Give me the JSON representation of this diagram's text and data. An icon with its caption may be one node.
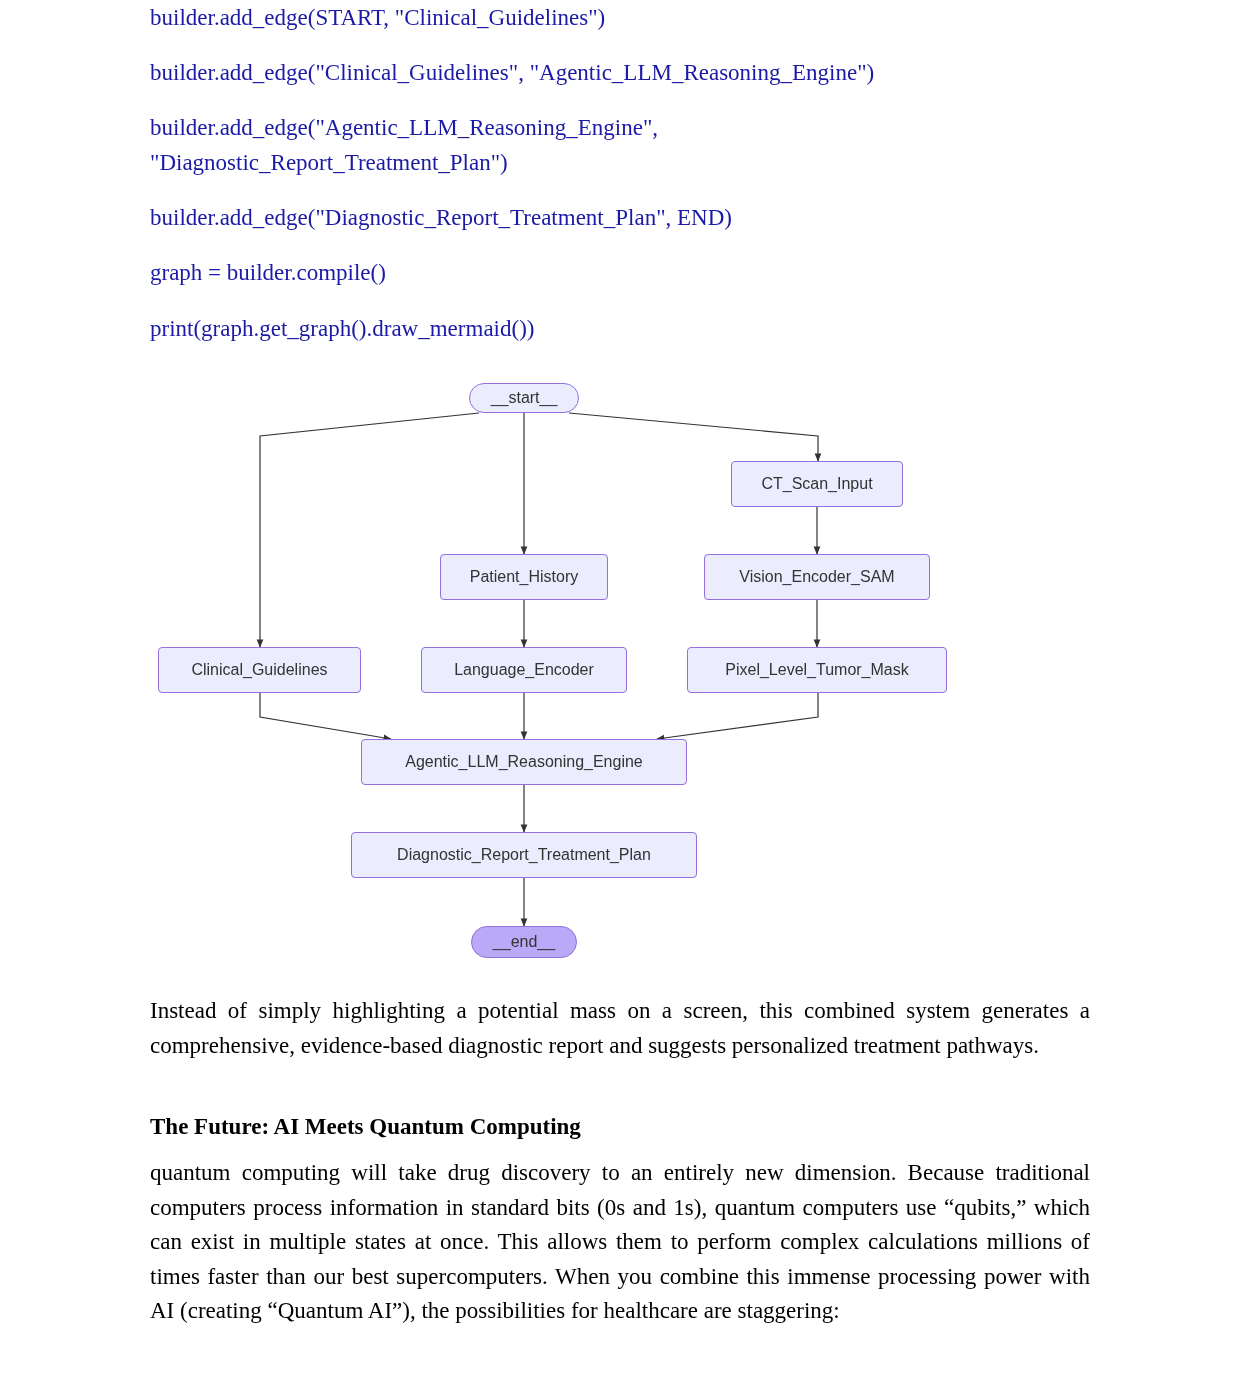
{
  "diagram": {
    "nodes": [
      {
        "text": [
          "__start__"
        ]
      },
      {
        "text": [
          "CT_Scan_Input"
        ]
      },
      {
        "text": [
          "Patient_History"
        ]
      },
      {
        "text": [
          "Vision_Encoder_SAM"
        ]
      },
      {
        "text": [
          "Clinical_Guidelines"
        ]
      },
      {
        "text": [
          "Language_Encoder"
        ]
      },
      {
        "text": [
          "Pixel_Level_Tumor_Mask"
        ]
      },
      {
        "text": [
          "Agentic_LLM_Reasoning_Engine"
        ]
      },
      {
        "text": [
          "Diagnostic_Report_Treatment_Plan"
        ]
      },
      {
        "text": [
          "__end__"
        ]
      }
    ],
    "edges": [
      {
        "from": 0,
        "to": 4,
        "arrow": "to"
      },
      {
        "from": 0,
        "to": 2,
        "arrow": "to"
      },
      {
        "from": 0,
        "to": 1,
        "arrow": "to"
      },
      {
        "from": 1,
        "to": 3,
        "arrow": "to"
      },
      {
        "from": 2,
        "to": 5,
        "arrow": "to"
      },
      {
        "from": 3,
        "to": 6,
        "arrow": "to"
      },
      {
        "from": 4,
        "to": 7,
        "arrow": "to"
      },
      {
        "from": 5,
        "to": 7,
        "arrow": "to"
      },
      {
        "from": 6,
        "to": 7,
        "arrow": "to"
      },
      {
        "from": 7,
        "to": 8,
        "arrow": "to"
      },
      {
        "from": 8,
        "to": 9,
        "arrow": "to"
      }
    ],
    "labels": [
      "builder.add_edge(START, \"Clinical_Guidelines\")",
      "builder.add_edge(\"Clinical_Guidelines\", \"Agentic_LLM_Reasoning_Engine\")",
      "builder.add_edge(\"Agentic_LLM_Reasoning_Engine\", \"Diagnostic_Report_Treatment_Plan\")",
      "builder.add_edge(\"Diagnostic_Report_Treatment_Plan\", END)",
      "graph = builder.compile()",
      "print(graph.get_graph().draw_mermaid())",
      "Instead of simply highlighting a potential mass on a screen, this combined system generates a comprehensive, evidence-based diagnostic report and suggests personalized treatment pathways.",
      "The Future: AI Meets Quantum Computing",
      "quantum computing will take drug discovery to an entirely new dimension. Because traditional computers process information in standard bits (0s and 1s), quantum computers use “qubits,” which can exist in multiple states at once. This allows them to perform complex calculations millions of times faster than our best supercomputers. When you combine this immense processing power with AI (creating “Quantum AI”), the possibilities for healthcare are staggering:"
    ]
  }
}
